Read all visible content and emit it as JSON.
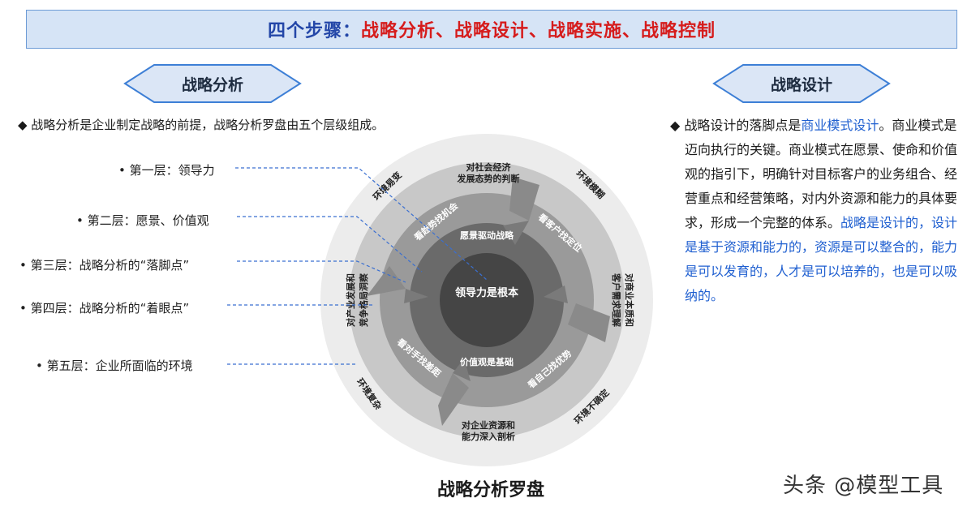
{
  "banner": {
    "prefix": "四个步骤：",
    "steps": "战略分析、战略设计、战略实施、战略控制"
  },
  "left_header": "战略分析",
  "right_header": "战略设计",
  "intro": "◆ 战略分析是企业制定战略的前提，战略分析罗盘由五个层级组成。",
  "layers": [
    "• 第一层：领导力",
    "• 第二层：愿景、价值观",
    "• 第三层：战略分析的“落脚点”",
    "• 第四层：战略分析的“着眼点”",
    "• 第五层：企业所面临的环境"
  ],
  "right_text": {
    "t1": "◆ 战略设计的落脚点是",
    "t2": "商业模式设计",
    "t3": "。商业模式是迈向执行的关键。商业模式在愿景、使命和价值观的指引下，明确针对目标客户的业务组合、经营重点和经营策略，对内外资源和能力的具体要求，形成一个完整的体系。",
    "t4": "战略是设计的，设计是基于资源和能力的，资源是可以整合的，能力是可以发育的，人才是可以培养的，也是可以吸纳的。"
  },
  "wheel": {
    "center": "领导力是根本",
    "vision": "愿景驱动战略",
    "values": "价值观是基础",
    "ring3": [
      "看趋势找机会",
      "看客户找定位",
      "看自己找优势",
      "看对手找差距"
    ],
    "ring4": {
      "top": [
        "对社会经济",
        "发展态势的判断"
      ],
      "right": [
        "对商业本质和",
        "客户需求理解"
      ],
      "bottom": [
        "对企业资源和",
        "能力深入剖析"
      ],
      "left": [
        "对产业发展和",
        "竞争格局洞察"
      ]
    },
    "ring5": [
      "环境易变",
      "环境模糊",
      "环境不确定",
      "环境复杂"
    ]
  },
  "caption": "战略分析罗盘",
  "watermark": "头条 @模型工具"
}
